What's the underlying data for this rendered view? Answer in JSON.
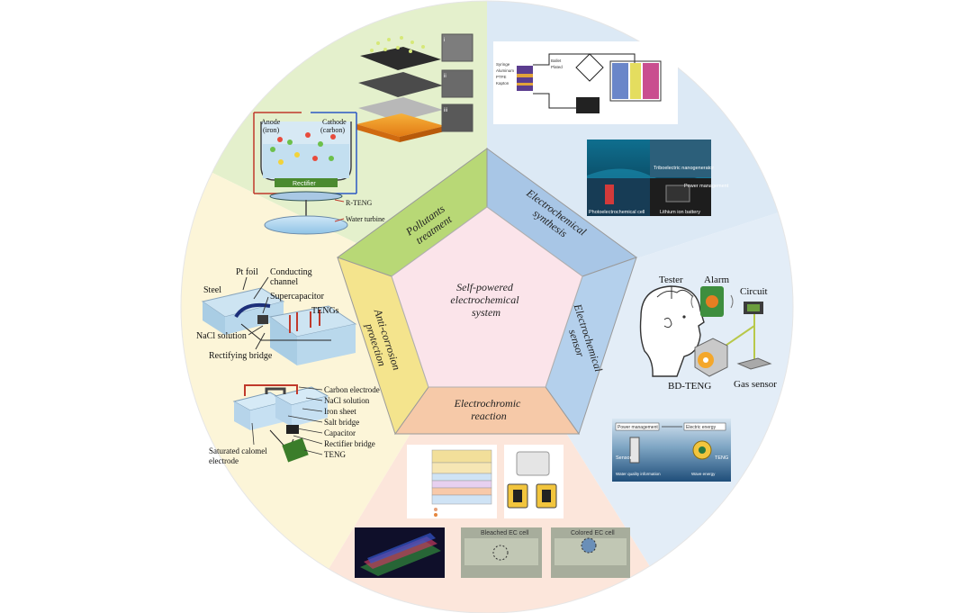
{
  "center": {
    "title_lines": [
      "Self-powered",
      "electrochemical",
      "system"
    ]
  },
  "sectors": {
    "pollutants": {
      "lines": [
        "Pollutants",
        "treatment"
      ]
    },
    "synthesis": {
      "lines": [
        "Electrochemical",
        "synthesis"
      ]
    },
    "sensor": {
      "lines": [
        "Electrochemical",
        "sensor"
      ]
    },
    "electrochromic": {
      "lines": [
        "Electrochromic",
        "reaction"
      ]
    },
    "anticorrosion": {
      "lines": [
        "Anti-corrosion",
        "protection"
      ]
    }
  },
  "panels": {
    "pollutants": {
      "anode": "Anode",
      "anode_sub": "(iron)",
      "cathode": "Cathode",
      "cathode_sub": "(carbon)",
      "rectifier": "Rectifier",
      "r_teng": "R-TENG",
      "water_turbine": "Water turbine",
      "sem_labels": [
        "i",
        "ii",
        "iii"
      ]
    },
    "synthesis_photo": {
      "top_label": "Triboelectric nanogenerator",
      "mid_label": "Power management",
      "bottom_left": "Photoelectrochemical cell",
      "bottom_right": "Lithium ion battery"
    },
    "sensor": {
      "tester": "Tester",
      "alarm": "Alarm",
      "circuit": "Circuit",
      "bd_teng": "BD-TENG",
      "gas_sensor": "Gas sensor"
    },
    "water_quality": {
      "power_management": "Power management",
      "electric_energy": "Electric energy",
      "sensor": "Sensor",
      "teng": "TENG",
      "water_info": "Water quality information",
      "wave_energy": "Wave energy"
    },
    "anticorrosion_top": {
      "steel": "Steel",
      "pt_foil": "Pt foil",
      "conducting_channel_1": "Conducting",
      "conducting_channel_2": "channel",
      "supercapacitor": "Supercapacitor",
      "tengs": "TENGs",
      "nacl": "NaCl solution",
      "rectifying_bridge": "Rectifying bridge"
    },
    "anticorrosion_bottom": {
      "labels": [
        "Carbon electrode",
        "NaCl solution",
        "Iron sheet",
        "Salt bridge",
        "Capacitor",
        "Rectifier bridge",
        "TENG"
      ],
      "saturated_1": "Saturated calomel",
      "saturated_2": "electrode"
    },
    "electrochromic": {
      "bleached": "Bleached EC cell",
      "colored": "Colored EC cell"
    }
  },
  "colors": {
    "pollutants_bg": "#e3efcb",
    "synthesis_bg": "#dbe8f4",
    "sensor_bg": "#e2ecf6",
    "electrochromic_bg": "#fbe6da",
    "anticorrosion_bg": "#fbf4d6",
    "center_bg": "#fbe4ea"
  }
}
